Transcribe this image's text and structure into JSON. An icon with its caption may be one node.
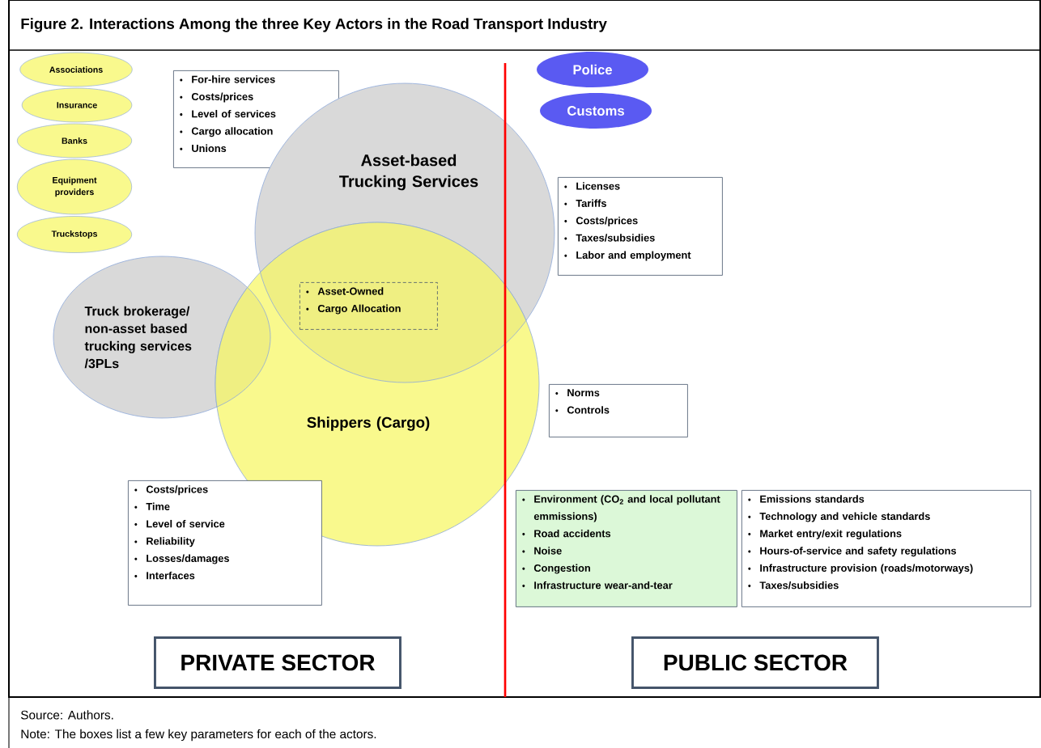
{
  "diagram": {
    "title": "Figure 2. Interactions Among the three Key Actors in the Road Transport Industry",
    "nodes": [
      {
        "text": [
          "Associations"
        ]
      },
      {
        "text": [
          "Insurance"
        ]
      },
      {
        "text": [
          "Banks"
        ]
      },
      {
        "text": [
          "Equipment providers"
        ]
      },
      {
        "text": [
          "Truckstops"
        ]
      },
      {
        "text": [
          "For-hire services",
          "Costs/prices",
          "Level of services",
          "Cargo allocation",
          "Unions"
        ]
      },
      {
        "text": [
          "Police"
        ]
      },
      {
        "text": [
          "Customs"
        ]
      },
      {
        "text": [
          "Asset-based Trucking Services"
        ]
      },
      {
        "text": [
          "Licenses",
          "Tariffs",
          "Costs/prices",
          "Taxes/subsidies",
          "Labor and employment"
        ]
      },
      {
        "text": [
          "Truck brokerage/ non-asset based trucking services /3PLs"
        ]
      },
      {
        "text": [
          "Asset-Owned",
          "Cargo Allocation"
        ]
      },
      {
        "text": [
          "Shippers (Cargo)"
        ]
      },
      {
        "text": [
          "Norms",
          "Controls"
        ]
      },
      {
        "text": [
          "Costs/prices",
          "Time",
          "Level of service",
          "Reliability",
          "Losses/damages",
          "Interfaces"
        ]
      },
      {
        "text": [
          "Environment (CO$_{2}$ and local pollutant emmissions)",
          "Road accidents",
          "Noise",
          "Congestion",
          "Infrastructure wear-and-tear"
        ]
      },
      {
        "text": [
          "Emissions standards",
          "Technology and vehicle standards",
          "Market entry/exit regulations",
          "Hours-of-service and safety regulations",
          "Infrastructure provision (roads/motorways)",
          "Taxes/subsidies"
        ]
      },
      {
        "text": [
          "PRIVATE SECTOR"
        ]
      },
      {
        "text": [
          "PUBLIC SECTOR"
        ]
      }
    ],
    "labels": [
      "Source: Authors.",
      "Note: The boxes list a few key parameters for each of the actors."
    ]
  }
}
